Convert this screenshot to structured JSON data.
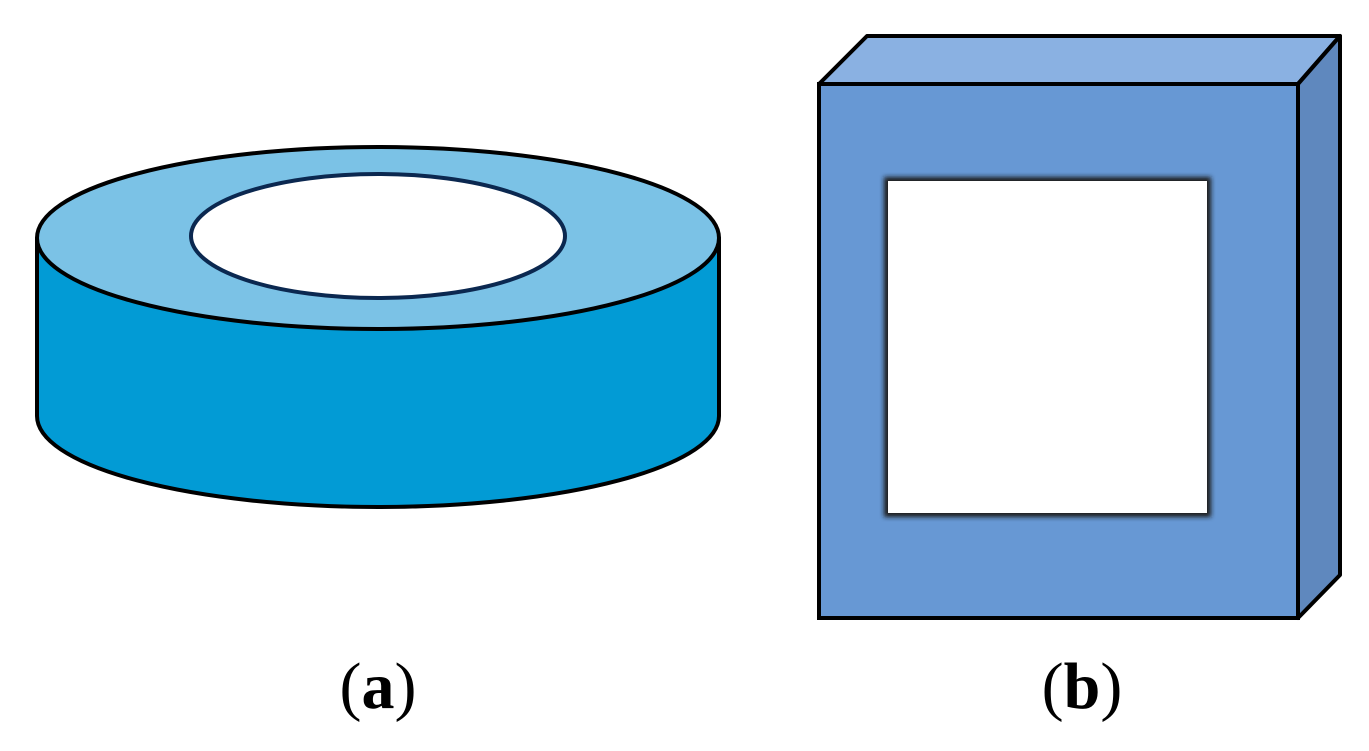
{
  "figure": {
    "panels": [
      {
        "id": "a",
        "shape": "toroidal ring core",
        "label_open": "(",
        "label_letter": "a",
        "label_close": ")"
      },
      {
        "id": "b",
        "shape": "square frame core",
        "label_open": "(",
        "label_letter": "b",
        "label_close": ")"
      }
    ],
    "colors": {
      "ring_top": "#7BC2E6",
      "ring_side": "#029BD5",
      "ring_inner_outline": "#0B2850",
      "frame_front": "#6798D4",
      "frame_top": "#8AB1E2",
      "frame_side": "#5F88BE",
      "hole": "#FFFFFF",
      "outline": "#000000"
    }
  }
}
